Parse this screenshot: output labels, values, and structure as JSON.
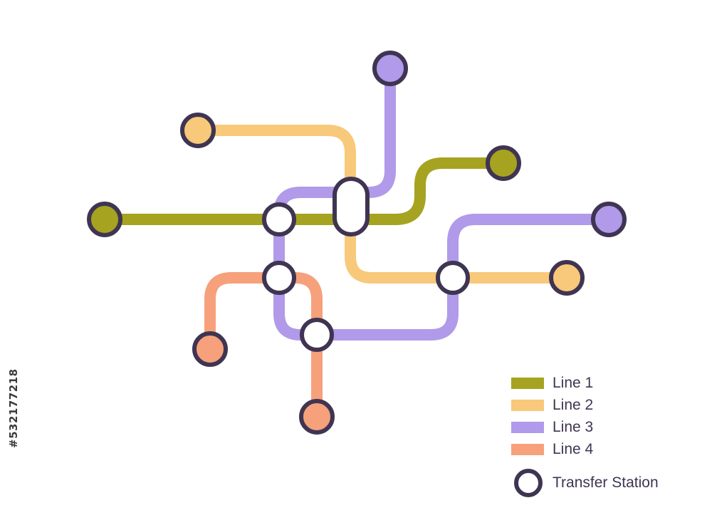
{
  "colors": {
    "line1": "#a6a321",
    "line2": "#f8c97a",
    "line3": "#b09ae9",
    "line4": "#f6a17b",
    "outline": "#3f3552",
    "background": "#ffffff"
  },
  "legend": {
    "items": [
      {
        "label": "Line 1",
        "color": "#a6a321"
      },
      {
        "label": "Line 2",
        "color": "#f8c97a"
      },
      {
        "label": "Line 3",
        "color": "#b09ae9"
      },
      {
        "label": "Line 4",
        "color": "#f6a17b"
      }
    ],
    "transfer_label": "Transfer Station"
  },
  "watermark": {
    "text": "#532177218"
  }
}
